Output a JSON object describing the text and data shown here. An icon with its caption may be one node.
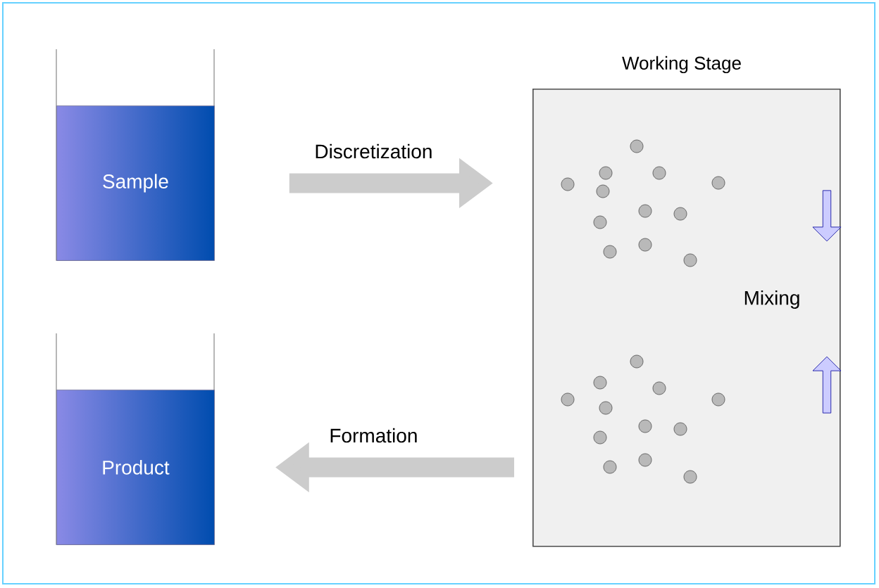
{
  "diagram": {
    "nodes": [
      {
        "text": [
          "Sample"
        ]
      },
      {
        "text": [
          "Working Stage"
        ]
      },
      {
        "text": [
          "Product"
        ]
      }
    ],
    "edges": [
      {
        "from": 0,
        "to": 1,
        "arrow": "to",
        "label": "Discretization"
      },
      {
        "from": 1,
        "to": 2,
        "arrow": "to",
        "label": "Formation"
      }
    ],
    "labels": [
      "Mixing"
    ]
  }
}
